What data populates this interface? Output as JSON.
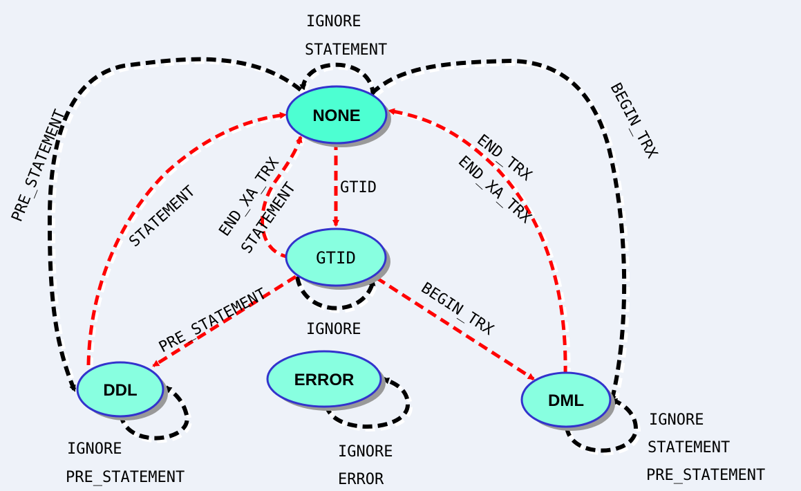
{
  "colors": {
    "background": "#eef2f9",
    "node_fill": "#88ffe0",
    "node_fill_none": "#4dffd2",
    "node_stroke": "#3333cc",
    "shadow": "#999999",
    "red_edge": "#ff0000",
    "black_edge": "#000000"
  },
  "nodes": {
    "none": "NONE",
    "gtid": "GTID",
    "ddl": "DDL",
    "dml": "DML",
    "error": "ERROR"
  },
  "labels": {
    "none_self_1": "IGNORE",
    "none_self_2": "STATEMENT",
    "none_to_ddl": "PRE_STATEMENT",
    "ddl_to_none": "STATEMENT",
    "none_to_gtid": "GTID",
    "gtid_to_none_1": "END_XA_TRX",
    "gtid_to_none_2": "STATEMENT",
    "dml_to_none_1": "END_TRX",
    "dml_to_none_2": "END_XA_TRX",
    "none_to_dml": "BEGIN_TRX",
    "gtid_to_ddl": "PRE_STATEMENT",
    "gtid_self": "IGNORE",
    "gtid_to_dml": "BEGIN_TRX",
    "ddl_self_1": "IGNORE",
    "ddl_self_2": "PRE_STATEMENT",
    "error_self_1": "IGNORE",
    "error_self_2": "ERROR",
    "dml_self_1": "IGNORE",
    "dml_self_2": "STATEMENT",
    "dml_self_3": "PRE_STATEMENT"
  }
}
